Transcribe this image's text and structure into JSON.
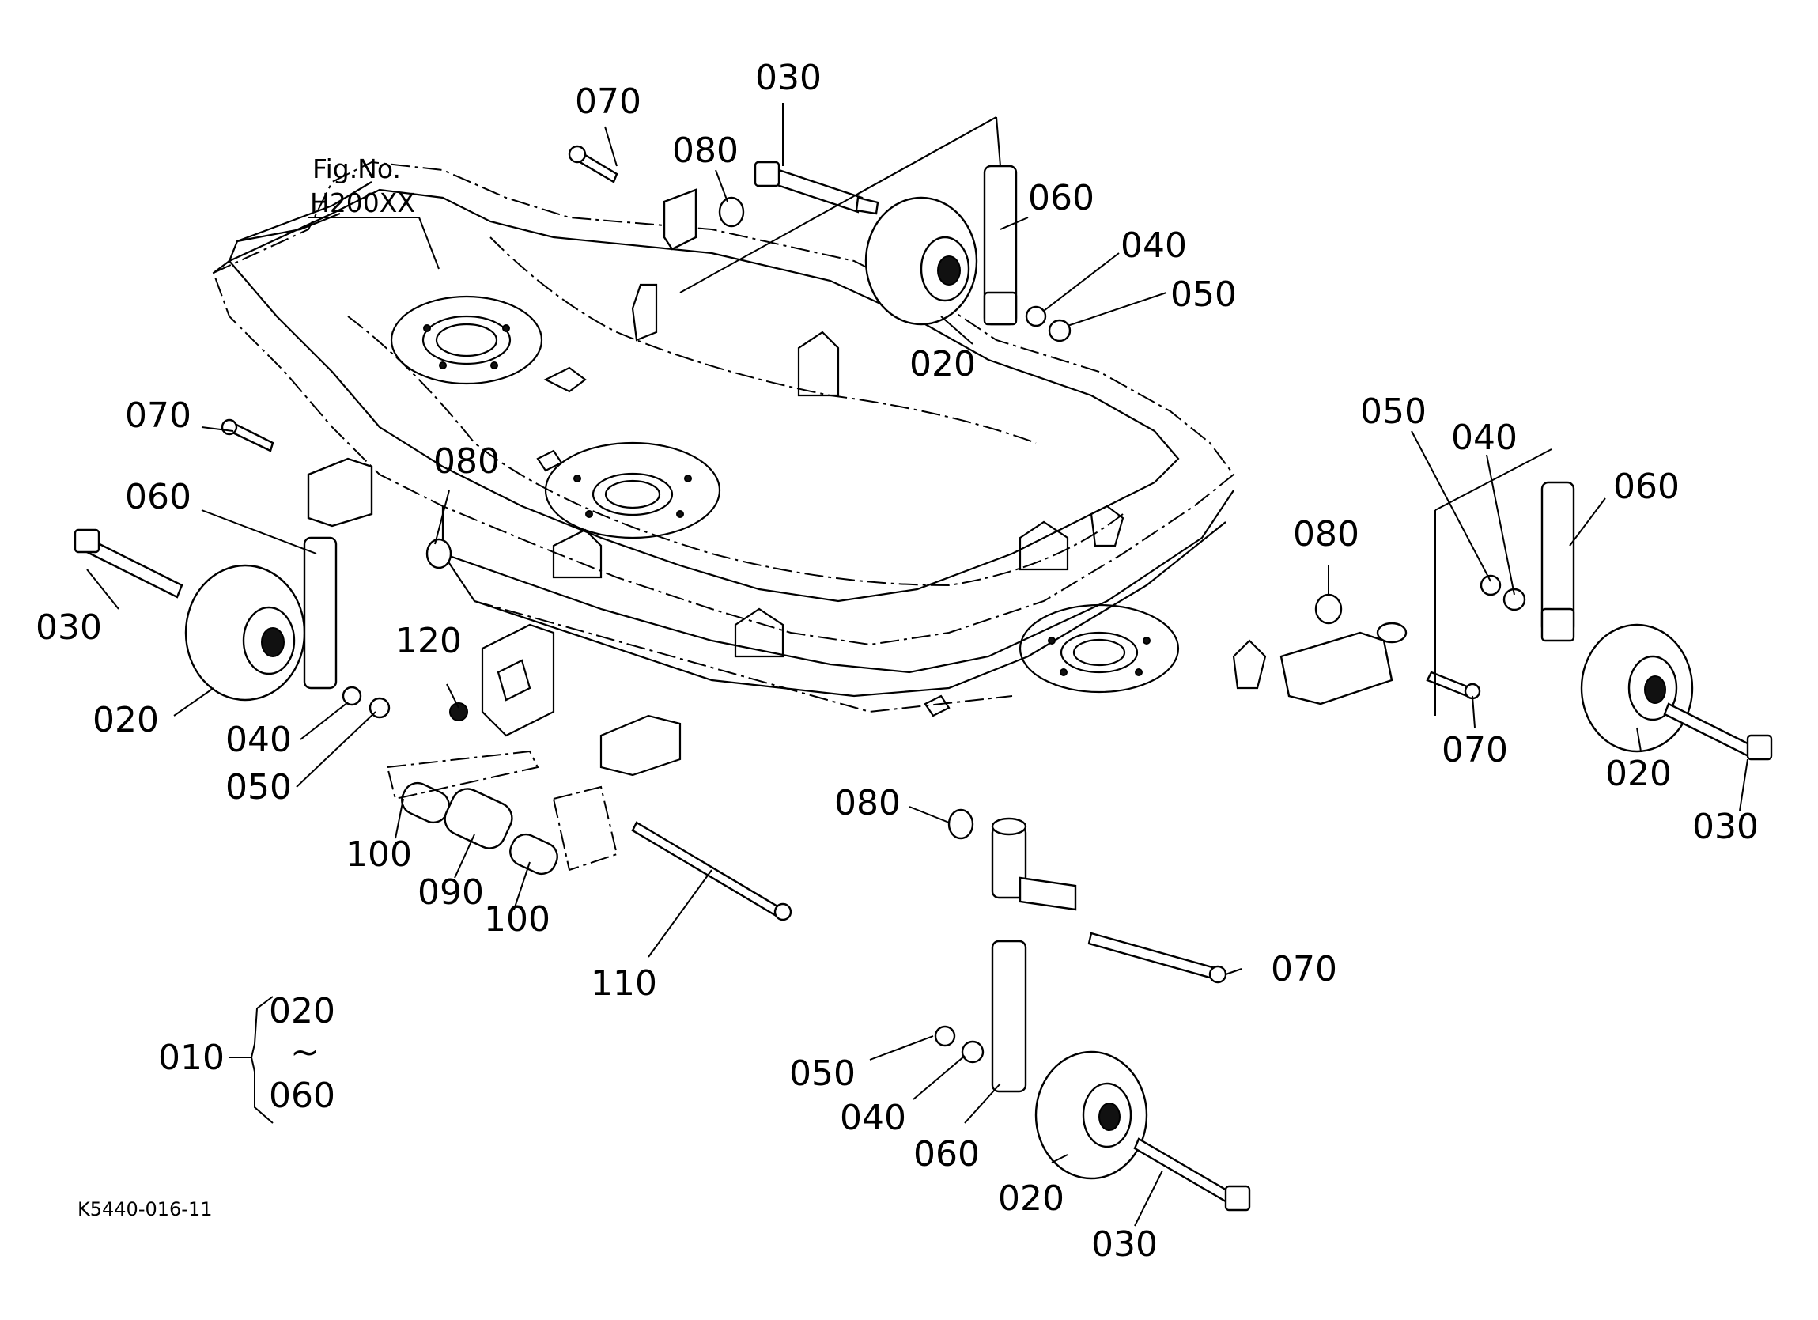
{
  "figure": {
    "fig_caption": "Fig.No.",
    "fig_ref": "H200XX",
    "doc_code": "K5440-016-11",
    "range_group": {
      "parent": "010",
      "from": "020",
      "tilde": "~",
      "to": "060"
    }
  },
  "callouts": [
    {
      "id": "c-030-top",
      "text": "030"
    },
    {
      "id": "c-070-top",
      "text": "070"
    },
    {
      "id": "c-080-top",
      "text": "080"
    },
    {
      "id": "c-060-top",
      "text": "060"
    },
    {
      "id": "c-040-top",
      "text": "040"
    },
    {
      "id": "c-050-top",
      "text": "050"
    },
    {
      "id": "c-020-top",
      "text": "020"
    },
    {
      "id": "c-070-left",
      "text": "070"
    },
    {
      "id": "c-080-left",
      "text": "080"
    },
    {
      "id": "c-060-left",
      "text": "060"
    },
    {
      "id": "c-030-left",
      "text": "030"
    },
    {
      "id": "c-120-left",
      "text": "120"
    },
    {
      "id": "c-020-left",
      "text": "020"
    },
    {
      "id": "c-040-left",
      "text": "040"
    },
    {
      "id": "c-050-left",
      "text": "050"
    },
    {
      "id": "c-100-a",
      "text": "100"
    },
    {
      "id": "c-090",
      "text": "090"
    },
    {
      "id": "c-100-b",
      "text": "100"
    },
    {
      "id": "c-110",
      "text": "110"
    },
    {
      "id": "c-050-right",
      "text": "050"
    },
    {
      "id": "c-040-right",
      "text": "040"
    },
    {
      "id": "c-060-right",
      "text": "060"
    },
    {
      "id": "c-080-right",
      "text": "080"
    },
    {
      "id": "c-070-right",
      "text": "070"
    },
    {
      "id": "c-020-right",
      "text": "020"
    },
    {
      "id": "c-030-right",
      "text": "030"
    },
    {
      "id": "c-080-front",
      "text": "080"
    },
    {
      "id": "c-070-front",
      "text": "070"
    },
    {
      "id": "c-050-front",
      "text": "050"
    },
    {
      "id": "c-040-front",
      "text": "040"
    },
    {
      "id": "c-060-front",
      "text": "060"
    },
    {
      "id": "c-020-front",
      "text": "020"
    },
    {
      "id": "c-030-front",
      "text": "030"
    }
  ]
}
